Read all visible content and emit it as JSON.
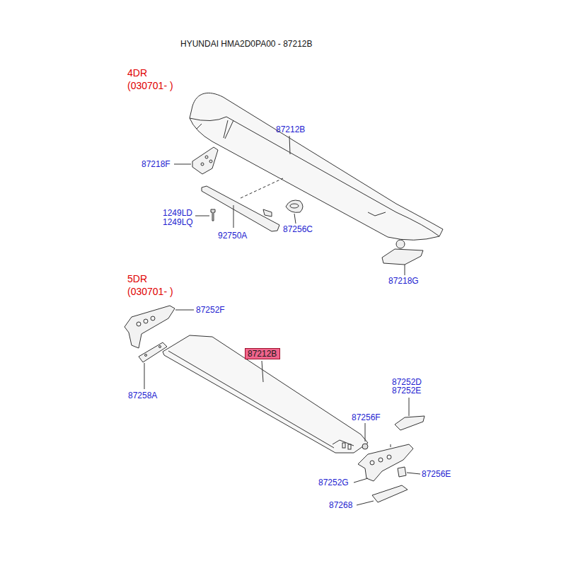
{
  "diagram": {
    "title": "HYUNDAI HMA2D0PA00 - 87212B",
    "nodes": [
      {
        "text": [
          "87212B"
        ]
      }
    ],
    "labels": [
      "4DR",
      "(030701- )",
      "87212B",
      "87218F",
      "1249LD",
      "1249LQ",
      "92750A",
      "87256C",
      "87218G",
      "5DR",
      "(030701- )",
      "87252F",
      "87258A",
      "87252D",
      "87252E",
      "87256F",
      "87256E",
      "87252G",
      "87268"
    ]
  }
}
